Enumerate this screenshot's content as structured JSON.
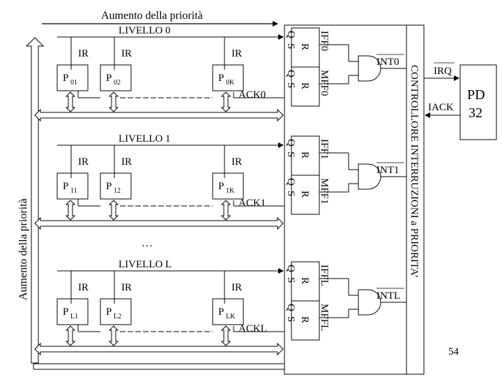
{
  "title_top": "Aumento della priorità",
  "title_left": "Aumento della priorità",
  "levels": [
    {
      "label": "LIVELLO 0",
      "ir": [
        "IR",
        "IR",
        "IR"
      ],
      "procs": [
        {
          "main": "P",
          "sub": "01"
        },
        {
          "main": "P",
          "sub": "02"
        },
        {
          "main": "P",
          "sub": "0K"
        }
      ],
      "ack": "ACK0",
      "iff": "IFF0",
      "mff": "MFF0",
      "int": "INT0"
    },
    {
      "label": "LIVELLO 1",
      "ir": [
        "IR",
        "IR",
        "IR"
      ],
      "procs": [
        {
          "main": "P",
          "sub": "11"
        },
        {
          "main": "P",
          "sub": "12"
        },
        {
          "main": "P",
          "sub": "1K"
        }
      ],
      "ack": "ACK1",
      "iff": "IFF1",
      "mff": "MFF1",
      "int": "INT1"
    },
    {
      "label": "LIVELLO L",
      "ir": [
        "IR",
        "IR",
        "IR"
      ],
      "procs": [
        {
          "main": "P",
          "sub": "L1"
        },
        {
          "main": "P",
          "sub": "L2"
        },
        {
          "main": "P",
          "sub": "LK"
        }
      ],
      "ack": "ACKL",
      "iff": "IFFL",
      "mff": "MFFL",
      "int": "INTL"
    }
  ],
  "ellipsis": "…",
  "ff_pins": {
    "q": "Q",
    "s": "S",
    "r": "R"
  },
  "controller_label": "CONTROLLORE INTERRUZIONI a PRIORITA’",
  "irq": "IRQ",
  "iack": "IACK",
  "pd_line1": "PD",
  "pd_line2": "32",
  "page_number": "54"
}
